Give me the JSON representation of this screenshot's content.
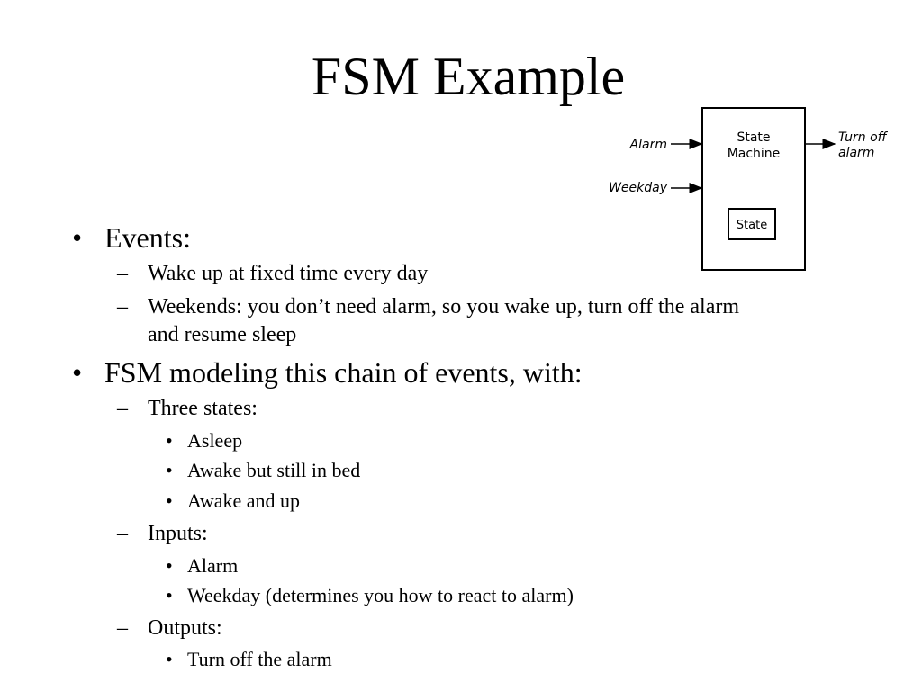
{
  "slide": {
    "title": "FSM Example"
  },
  "diagram": {
    "input_alarm": "Alarm",
    "input_weekday": "Weekday",
    "box_label_line1": "State",
    "box_label_line2": "Machine",
    "inner_box_label": "State",
    "output_line1": "Turn off",
    "output_line2": "alarm"
  },
  "bullets": {
    "events": {
      "label": "Events:",
      "items": [
        "Wake up at fixed time every day",
        "Weekends: you don’t need alarm, so you wake up, turn off the alarm",
        "and resume sleep"
      ]
    },
    "fsm": {
      "label": "FSM modeling this chain of events, with:",
      "states_label": "Three states:",
      "states": [
        "Asleep",
        "Awake but still in bed",
        "Awake and up"
      ],
      "inputs_label": "Inputs:",
      "inputs": [
        "Alarm",
        "Weekday (determines you how to react to alarm)"
      ],
      "outputs_label": "Outputs:",
      "outputs": [
        "Turn off the alarm"
      ]
    }
  },
  "markers": {
    "level1": "•",
    "level2": "–",
    "level3": "•"
  }
}
